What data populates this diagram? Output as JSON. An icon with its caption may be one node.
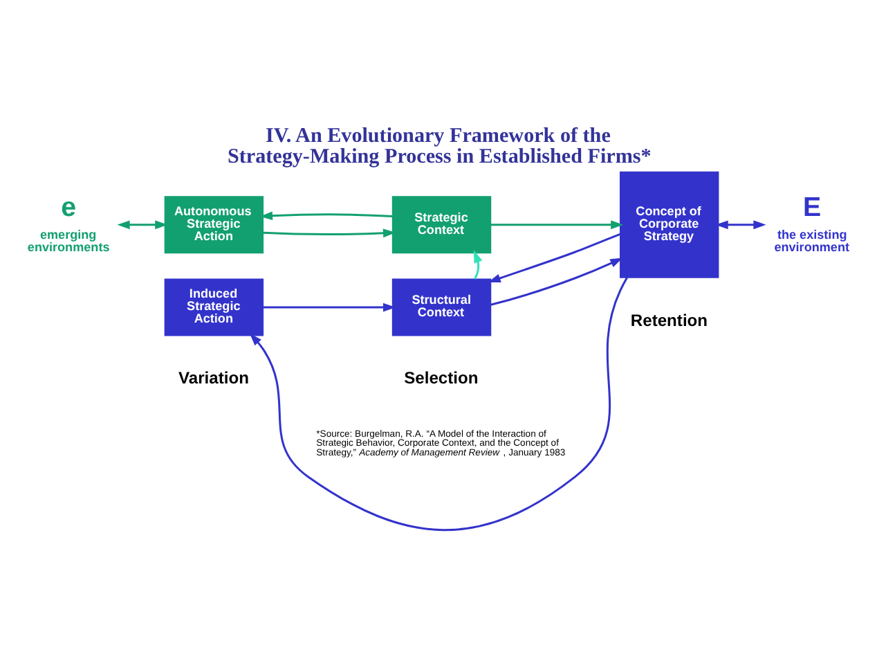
{
  "diagram": {
    "title": "IV. An Evolutionary Framework of the Strategy-Making Process in Established Firms*",
    "nodes": [
      {
        "text": [
          "e"
        ],
        "beside": [
          "emerging environments"
        ]
      },
      {
        "text": [
          "Autonomous Strategic Action"
        ]
      },
      {
        "text": [
          "Strategic Context"
        ]
      },
      {
        "text": [
          "Concept of Corporate Strategy"
        ]
      },
      {
        "text": [
          "E"
        ],
        "beside": [
          "the existing environment"
        ]
      },
      {
        "text": [
          "Induced Strategic Action"
        ]
      },
      {
        "text": [
          "Structural Context"
        ]
      }
    ],
    "edges": [
      {
        "from": 0,
        "to": 1,
        "arrow": "both",
        "color": "#13a070"
      },
      {
        "from": 1,
        "to": 2,
        "arrow": "to",
        "color": "#13a070"
      },
      {
        "from": 2,
        "to": 1,
        "arrow": "to",
        "color": "#13a070"
      },
      {
        "from": 2,
        "to": 3,
        "arrow": "to",
        "color": "#13a070"
      },
      {
        "from": 3,
        "to": 4,
        "arrow": "both"
      },
      {
        "from": 5,
        "to": 6,
        "arrow": "to"
      },
      {
        "from": 6,
        "to": 2,
        "arrow": "to",
        "color": "#33e0b8"
      },
      {
        "from": 6,
        "to": 3,
        "arrow": "to"
      },
      {
        "from": 3,
        "to": 5,
        "arrow": "to"
      },
      {
        "from": 3,
        "to": 6,
        "arrow": "to"
      }
    ],
    "labels": [
      "Variation",
      "Selection",
      "Retention",
      "*Source: Burgelman, R.A. “A Model of the Interaction of Strategic Behavior, Corporate Context, and the Concept of Strategy,” *Academy of Management Review*, January 1983"
    ]
  }
}
